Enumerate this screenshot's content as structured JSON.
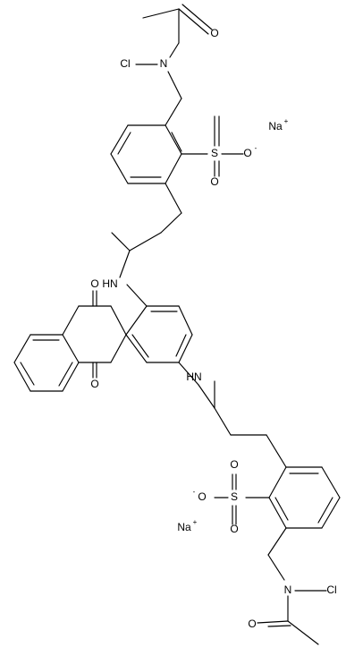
{
  "atom_labels": {
    "top_acetyl_O": "O",
    "top_Cl": "Cl",
    "top_N": "N",
    "top_S": "S",
    "top_S_O_right": "O",
    "top_S_O_right_charge": "-",
    "top_S_O_down": "O",
    "top_Na": "Na",
    "top_Na_charge": "+",
    "top_NH": "HN",
    "quinone_O_top": "O",
    "quinone_O_bottom": "O",
    "bottom_NH": "HN",
    "bottom_S_O_up": "O",
    "bottom_S_O_left": "O",
    "bottom_S_O_left_charge": "-",
    "bottom_S": "S",
    "bottom_S_O_down": "O",
    "bottom_Na": "Na",
    "bottom_Na_charge": "+",
    "bottom_N": "N",
    "bottom_Cl": "Cl",
    "bottom_acetyl_O": "O"
  }
}
